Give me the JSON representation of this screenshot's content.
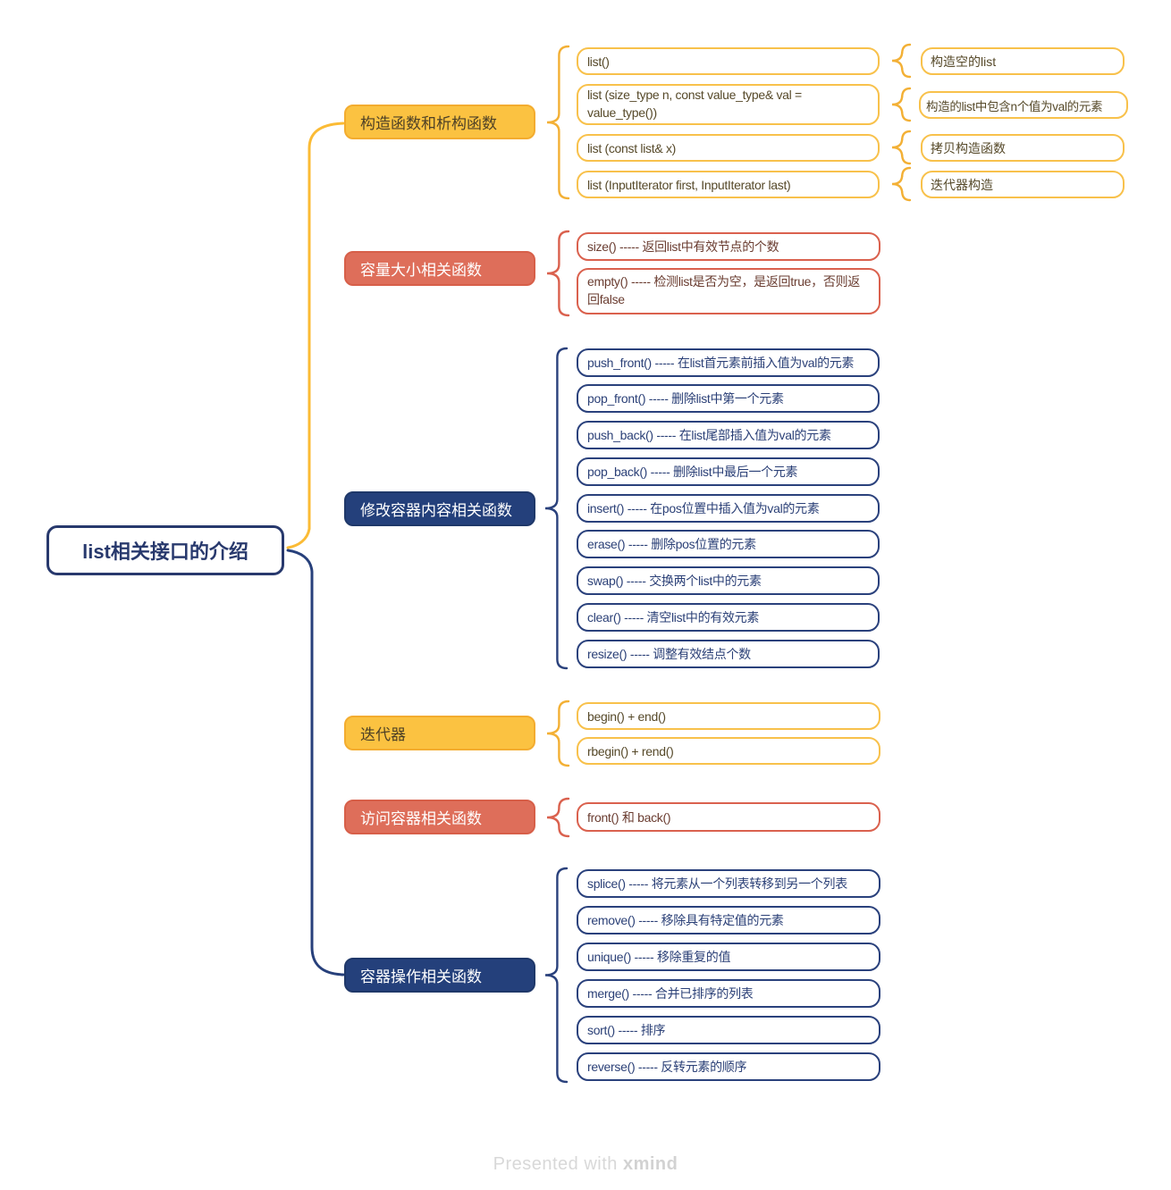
{
  "root_topic": {
    "label": "list相关接口的介绍"
  },
  "colors": {
    "yellow": "#FBC241",
    "yellow_line": "#F3B035",
    "red": "#DE6E5A",
    "red_line": "#DA614E",
    "navy": "#24407B",
    "navy_line": "#2A417C",
    "root_outline": "#28396D",
    "footer_text": "#D8D8D8"
  },
  "branches": [
    {
      "label": "构造函数和析构函数",
      "color": "yellow",
      "children": [
        {
          "label": "list()",
          "note": "构造空的list"
        },
        {
          "label": "list (size_type n, const value_type& val = value_type())",
          "note": "构造的list中包含n个值为val的元素"
        },
        {
          "label": "list (const list& x)",
          "note": "拷贝构造函数"
        },
        {
          "label": "list (InputIterator first, InputIterator last)",
          "note": "迭代器构造"
        }
      ]
    },
    {
      "label": "容量大小相关函数",
      "color": "red",
      "children": [
        {
          "label": "size()  -----  返回list中有效节点的个数"
        },
        {
          "label": "empty() ----- 检测list是否为空，是返回true，否则返回false"
        }
      ]
    },
    {
      "label": "修改容器内容相关函数",
      "color": "navy",
      "children": [
        {
          "label": "push_front() ----- 在list首元素前插入值为val的元素"
        },
        {
          "label": "pop_front() ----- 删除list中第一个元素"
        },
        {
          "label": "push_back() ----- 在list尾部插入值为val的元素"
        },
        {
          "label": "pop_back() ----- 删除list中最后一个元素"
        },
        {
          "label": "insert() ----- 在pos位置中插入值为val的元素"
        },
        {
          "label": "erase() ----- 删除pos位置的元素"
        },
        {
          "label": "swap() ----- 交换两个list中的元素"
        },
        {
          "label": "clear() ----- 清空list中的有效元素"
        },
        {
          "label": "resize() ----- 调整有效结点个数"
        }
      ]
    },
    {
      "label": "迭代器",
      "color": "yellow",
      "children": [
        {
          "label": "begin() + end()"
        },
        {
          "label": "rbegin() + rend()"
        }
      ]
    },
    {
      "label": "访问容器相关函数",
      "color": "red",
      "children": [
        {
          "label": "front() 和 back()"
        }
      ]
    },
    {
      "label": "容器操作相关函数",
      "color": "navy",
      "children": [
        {
          "label": "splice() ----- 将元素从一个列表转移到另一个列表"
        },
        {
          "label": "remove() ----- 移除具有特定值的元素"
        },
        {
          "label": "unique() ----- 移除重复的值"
        },
        {
          "label": "merge() ----- 合并已排序的列表"
        },
        {
          "label": "sort() ----- 排序"
        },
        {
          "label": "reverse() ----- 反转元素的顺序"
        }
      ]
    }
  ],
  "footer": {
    "prefix": "Presented with ",
    "brand": "xmind"
  }
}
